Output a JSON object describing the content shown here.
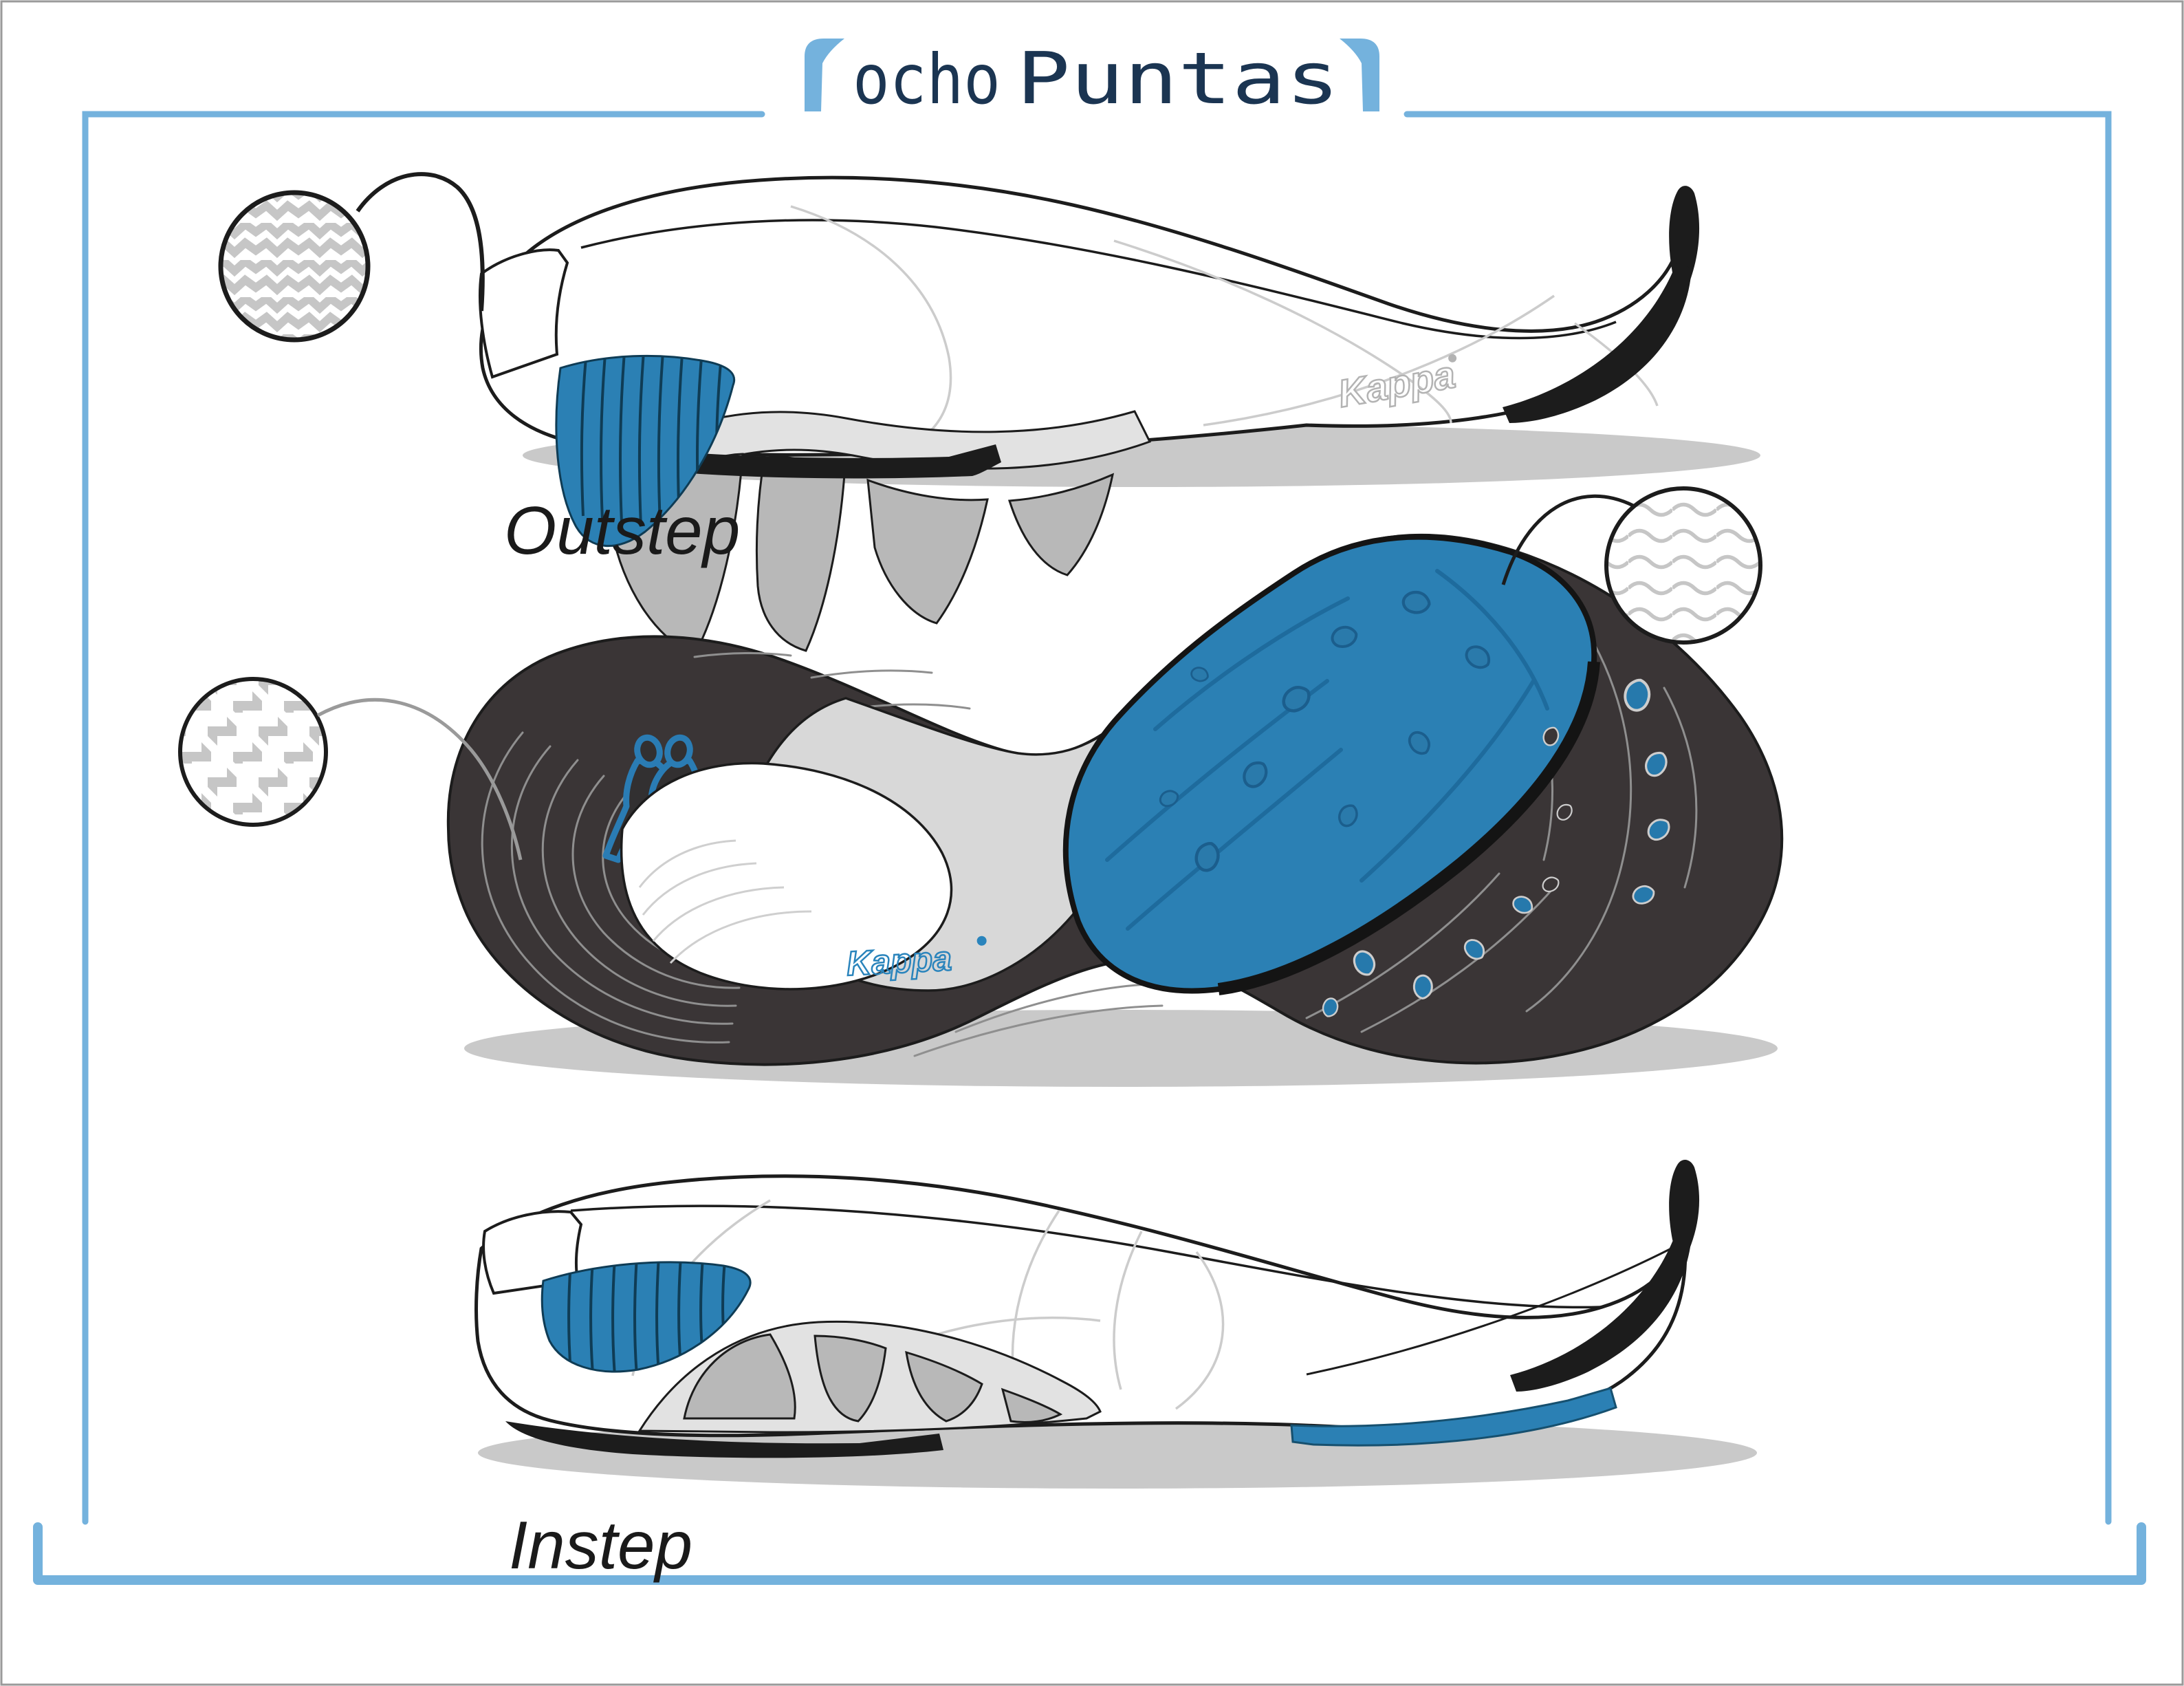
{
  "header": {
    "bracket_left": "[",
    "bracket_right": "]",
    "title_word1": "ocho",
    "title_word2": "Puntas",
    "title_color": "#1b3552",
    "accent_color": "#74b2dd"
  },
  "labels": {
    "top_view": "Outstep",
    "bottom_view": "Instep"
  },
  "branding": {
    "midsole_wordmark": "Kappa",
    "outsole_wordmark": "Kappa"
  },
  "palette": {
    "frame_blue": "#74b2dd",
    "shoe_blue": "#2b80b4",
    "blue_detail_dark": "#1b5e8d",
    "dark_rubber": "#3a3536",
    "outline_black": "#1c1c1c",
    "shadow_gray": "#c9c9c9",
    "pattern_gray": "#c6c6c6",
    "groove_gray": "#8f8f8f",
    "light_gray": "#e2e2e2",
    "mid_gray": "#b8b8b8"
  }
}
